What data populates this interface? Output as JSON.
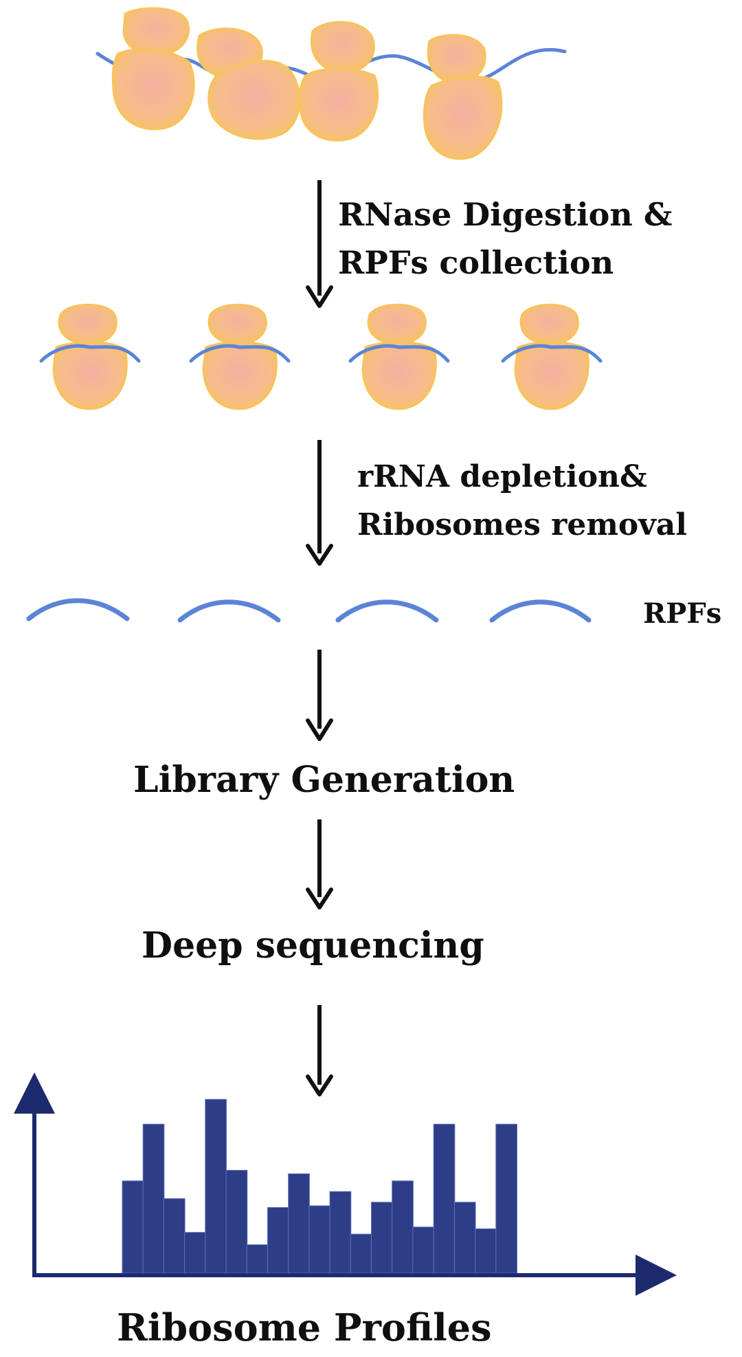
{
  "steps": {
    "digestion_line1": "RNase Digestion &",
    "digestion_line2": "RPFs collection",
    "depletion_line1": "rRNA depletion&",
    "depletion_line2": "Ribosomes removal",
    "rpfs_label": "RPFs",
    "library": "Library Generation",
    "sequencing": "Deep sequencing",
    "profiles": "Ribosome Profiles"
  },
  "colors": {
    "ribosome_outer": "#f7c35a",
    "ribosome_inner": "#f4b2a0",
    "mrna": "#5b84d6",
    "arrow": "#111111",
    "histogram_fill": "#2e3d88",
    "histogram_axis": "#1e2a6e"
  },
  "histogram": {
    "values": [
      0.52,
      0.84,
      0.42,
      0.23,
      0.98,
      0.58,
      0.16,
      0.37,
      0.56,
      0.38,
      0.46,
      0.22,
      0.4,
      0.52,
      0.26,
      0.84,
      0.4,
      0.25,
      0.84
    ]
  }
}
